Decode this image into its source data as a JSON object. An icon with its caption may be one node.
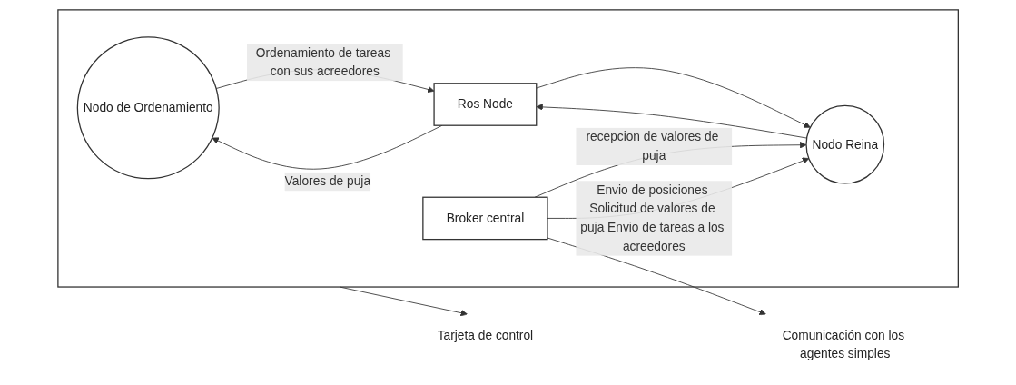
{
  "diagram": {
    "nodes": [
      {
        "text": [],
        "shape": "box"
      },
      {
        "text": [
          "Tarjeta de control"
        ]
      },
      {
        "text": [
          "Nodo de Ordenamiento"
        ],
        "in": 0
      },
      {
        "text": [
          "Ros Node"
        ],
        "in": 0
      },
      {
        "text": [
          "Nodo Reina"
        ],
        "in": 0
      },
      {
        "text": [
          "Broker central"
        ],
        "in": 0
      },
      {
        "text": [
          "Comunicación con los agentes simples"
        ]
      }
    ],
    "edges": [
      {
        "from": 0,
        "to": 1,
        "arrow": "to"
      },
      {
        "from": 3,
        "to": 2,
        "arrow": "to",
        "label": "Valores de puja"
      },
      {
        "from": 4,
        "to": 3,
        "arrow": "to"
      },
      {
        "from": 5,
        "to": 4,
        "arrow": "to",
        "label": "recepcion de valores de puja"
      },
      {
        "from": 2,
        "to": 3,
        "arrow": "to",
        "label": "Ordenamiento de tareas con sus acreedores"
      },
      {
        "from": 3,
        "to": 4,
        "arrow": "to"
      },
      {
        "from": 5,
        "to": 4,
        "arrow": "to",
        "label": "Envio de posiciones Solicitud de valores de puja Envio de tareas a los acreedores"
      },
      {
        "from": 5,
        "to": 6,
        "arrow": "to"
      }
    ]
  }
}
